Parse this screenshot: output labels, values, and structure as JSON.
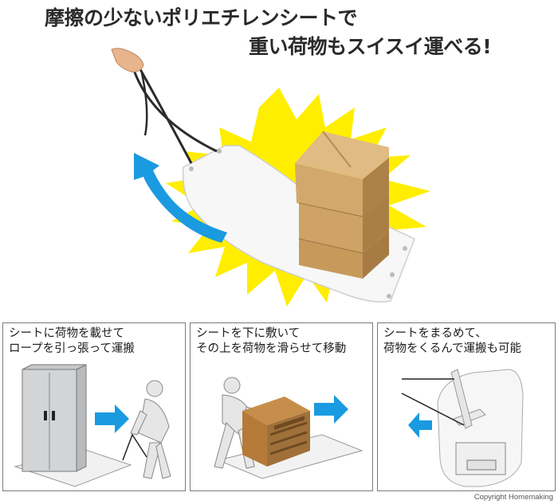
{
  "headline": {
    "line1": "摩擦の少ないポリエチレンシートで",
    "line2": "重い荷物もスイスイ運べる!"
  },
  "panels": [
    {
      "line1": "シートに荷物を載せて",
      "line2": "ロープを引っ張って運搬"
    },
    {
      "line1": "シートを下に敷いて",
      "line2": "その上を荷物を滑らせて移動"
    },
    {
      "line1": "シートをまるめて、",
      "line2": "荷物をくるんで運搬も可能"
    }
  ],
  "copyright": "Copyright Homemaking",
  "colors": {
    "burst": "#ffee00",
    "arrow_blue": "#1a9ae0",
    "cardboard": "#c79a5c",
    "drawer_brown": "#a0703a"
  }
}
